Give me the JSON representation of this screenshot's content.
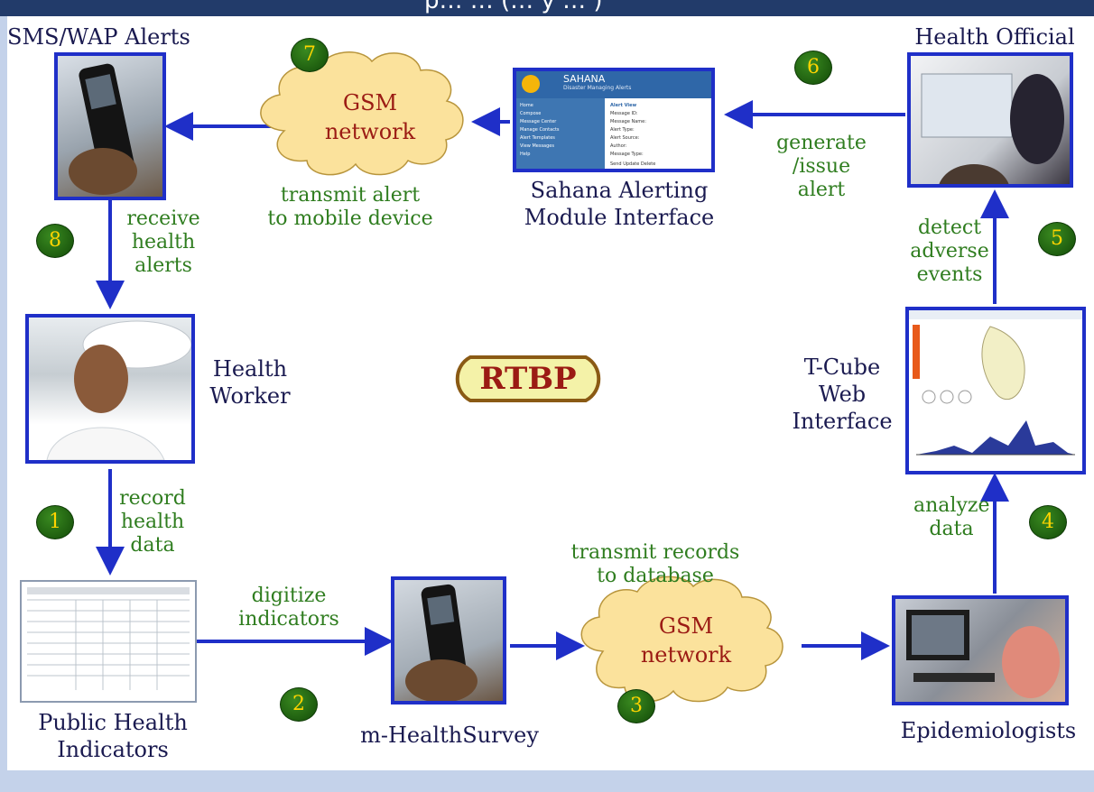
{
  "header": {
    "title_fragment": "p… … (… y … )"
  },
  "center_badge": "RTBP",
  "nodes": {
    "sms_alerts": "SMS/WAP Alerts",
    "health_official": "Health Official",
    "sahana_module": [
      "Sahana Alerting",
      "Module Interface"
    ],
    "health_worker": [
      "Health",
      "Worker"
    ],
    "tcube": [
      "T-Cube",
      "Web",
      "Interface"
    ],
    "public_health": [
      "Public Health",
      "Indicators"
    ],
    "mhealth_survey": "m-HealthSurvey",
    "epidemiologists": "Epidemiologists",
    "gsm_top": [
      "GSM",
      "network"
    ],
    "gsm_bottom": [
      "GSM",
      "network"
    ]
  },
  "sahana_screen": {
    "brand": "SAHANA",
    "tagline": "Disaster Managing Alerts",
    "panel_title": "Alert View",
    "menu_items": [
      "Home",
      "Compose",
      "Message Center",
      "Manage Contacts",
      "Alert Templates",
      "View Messages",
      "Help"
    ],
    "fields": [
      "Message ID:",
      "Message Name:",
      "Alert Type:",
      "Alert Source:",
      "Author:",
      "Message Type:"
    ],
    "buttons": [
      "Send",
      "Update",
      "Delete"
    ]
  },
  "steps": {
    "s1": [
      "record",
      "health",
      "data"
    ],
    "s2": [
      "digitize",
      "indicators"
    ],
    "s3": [
      "transmit records",
      "to database"
    ],
    "s4": [
      "analyze",
      "data"
    ],
    "s5": [
      "detect",
      "adverse",
      "events"
    ],
    "s6": [
      "generate",
      "/issue",
      "alert"
    ],
    "s7": [
      "transmit alert",
      "to mobile device"
    ],
    "s8": [
      "receive",
      "health",
      "alerts"
    ]
  },
  "step_numbers": [
    "1",
    "2",
    "3",
    "4",
    "5",
    "6",
    "7",
    "8"
  ],
  "colors": {
    "arrow": "#1f2fc8",
    "step_text": "#2f7d1f",
    "label_text": "#1a1a50",
    "cloud_fill": "#fbe29c",
    "badge_fill": "#f4f2a8",
    "badge_text": "#9b1b14",
    "number_fill": "#1f6a10",
    "number_text": "#ffd400",
    "header_bg": "#223b6a"
  }
}
